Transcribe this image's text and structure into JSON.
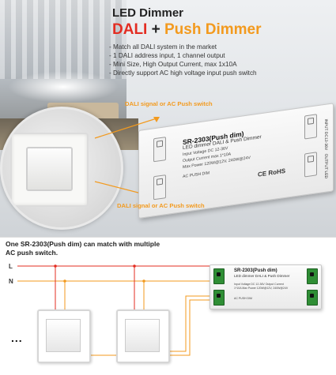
{
  "header": {
    "title": "LED Dimmer",
    "subtitle_part1": "DALI",
    "subtitle_plus": "+",
    "subtitle_part2": "Push Dimmer"
  },
  "features": [
    "Match all DALI system in the market",
    "1 DALI address input, 1 channel output",
    "Mini Size, High Output Current, max 1x10A",
    "Directly support AC high voltage input push switch"
  ],
  "device": {
    "model": "SR-2303(Push dim)",
    "description": "LED dimmer DALI & Push Dimmer",
    "spec1": "Input Voltage DC 12-36V",
    "spec2": "Output Current max 1*10A",
    "spec3": "Max Power 120W@12V, 240W@24V",
    "ac_label": "AC PUSH DIM",
    "input_label": "INPUT DC12-36V",
    "output_label": "OUTPUT LED",
    "cert": "CE  RoHS"
  },
  "signals": {
    "top": "DALI signal or AC Push switch",
    "bottom": "DALI signal or AC Push switch"
  },
  "diagram": {
    "caption": "One SR-2303(Push dim) can match with multiple AC push switch.",
    "line_label": "L",
    "neutral_label": "N",
    "more": "...",
    "module_title": "SR-2303(Push dim)",
    "module_desc": "LED dimmer DALI & Push Dimmer",
    "module_spec": "Input Voltage DC 12-36V  Output Current 1*10A  Max Power 120W@12V, 240W@24V",
    "module_ac": "AC PUSH DIM"
  },
  "colors": {
    "dali_red": "#e32d22",
    "push_orange": "#f39a1e",
    "live_wire": "#e32d22",
    "neutral_wire": "#f39a1e",
    "terminal_green": "#2f8e35"
  }
}
